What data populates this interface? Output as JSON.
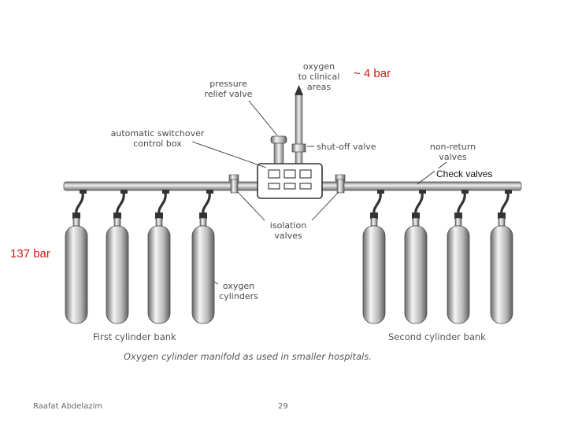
{
  "labels": {
    "oxygen_to_clinical": "oxygen\nto clinical\nareas",
    "pressure_relief": "pressure\nrelief valve",
    "switchover": "automatic switchover\ncontrol box",
    "shutoff": "shut-off valve",
    "nonreturn": "non-return\nvalves",
    "isolation": "isolation\nvalves",
    "oxygen_cylinders": "oxygen\ncylinders",
    "first_bank": "First cylinder bank",
    "second_bank": "Second cylinder bank",
    "caption": "Oxygen cylinder manifold as used in smaller hospitals."
  },
  "annotations": {
    "pressure_low": "~ 4 bar",
    "check_valves": "Check valves",
    "pressure_high": "137 bar"
  },
  "footer": {
    "author": "Raafat Abdelazim",
    "page_number": "29"
  },
  "colors": {
    "annotation_red": "#d01818",
    "metal_dark": "#6a6a6a",
    "metal_light": "#f4f4f4"
  }
}
